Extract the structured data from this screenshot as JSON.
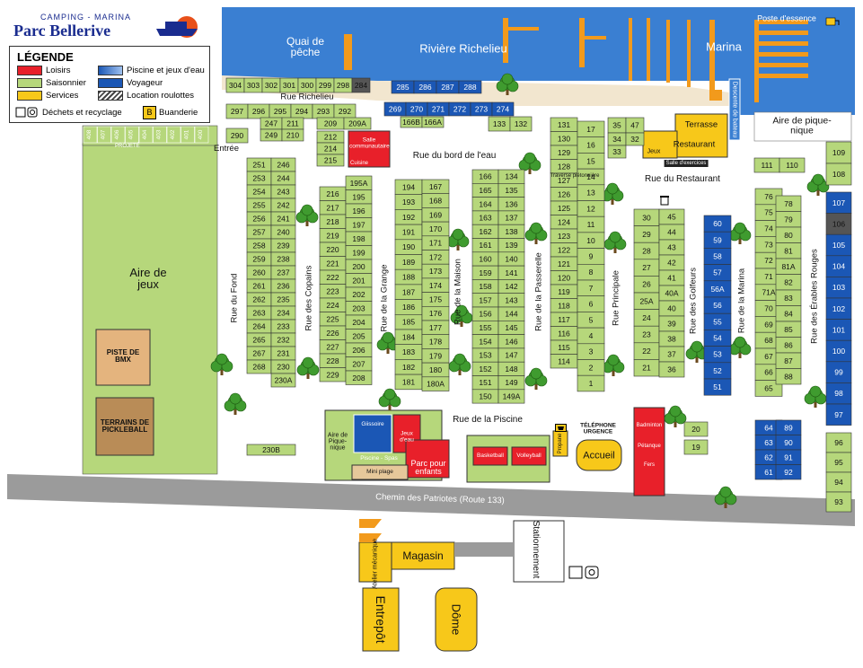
{
  "brand": {
    "line1": "CAMPING - MARINA",
    "name": "Parc Bellerive"
  },
  "legend": {
    "title": "LÉGENDE",
    "items": [
      {
        "label": "Loisirs",
        "color": "#e8202a"
      },
      {
        "label": "Saisonnier",
        "color": "#b6d77b"
      },
      {
        "label": "Services",
        "color": "#f7c81a"
      },
      {
        "label": "Piscine et jeux d'eau",
        "color": "#1b57b5"
      },
      {
        "label": "Voyageur",
        "color": "#1b57b5"
      },
      {
        "label": "Location roulottes",
        "color": "#444444"
      }
    ],
    "dechets": "Déchets et recyclage",
    "buanderie_letter": "B",
    "buanderie": "Buanderie"
  },
  "water": {
    "quai": "Quai de pêche",
    "river": "Rivière Richelieu",
    "marina": "Marina",
    "essence": "Poste d'essence",
    "descente": "Descente de bateau"
  },
  "places": {
    "aire_jeux": "Aire de jeux",
    "piste_bmx": "PISTE DE BMX",
    "pickleball": "TERRAINS DE PICKLEBALL",
    "entree": "Entrée",
    "projete": "PROJETÉ",
    "salle": "Salle communautaire",
    "cuisine": "Cuisine",
    "aire_piquenique": "Aire de pique-nique",
    "aire_piquenique2": "Aire de Pique-nique",
    "giissoire": "Giissoire",
    "jeux_eau": "Jeux d'eau",
    "piscine_spas": "Piscine - Spas",
    "mini_plage": "Mini plage",
    "parc_enfants": "Parc pour enfants",
    "basketball": "Basketball",
    "volleyball": "Volleyball",
    "propane": "Propane",
    "telephone": "TÉLÉPHONE URGENCE",
    "accueil": "Accueil",
    "badminton": "Badminton",
    "petanque": "Pétanque",
    "fers": "Fers",
    "terrasse": "Terrasse",
    "restaurant": "Restaurant",
    "jeux": "Jeux",
    "salle_exercices": "Salle d'exercices",
    "traverse": "Traverse piétonnière",
    "chemin": "Chemin des Patriotes (Route 133)",
    "stationnement": "Stationnement",
    "magasin": "Magasin",
    "atelier": "Atelier mécanique",
    "entrepot": "Entrepôt",
    "dome": "Dôme"
  },
  "streets": {
    "richelieu": "Rue Richelieu",
    "bord_eau": "Rue du bord de l'eau",
    "restaurant": "Rue du Restaurant",
    "piscine": "Rue de la Piscine",
    "fond": "Rue du Fond",
    "copains": "Rue des Copains",
    "grange": "Rue de la Grange",
    "maison": "Rue de la Maison",
    "passerelle": "Rue de la Passerelle",
    "principale": "Rue Principale",
    "golfeurs": "Rue des Golfeurs",
    "marina": "Rue de la Marina",
    "erables": "Rue des Érables Rouges"
  },
  "lots": {
    "richelieu_top": [
      "304",
      "303",
      "302",
      "301",
      "300",
      "299",
      "298",
      "284"
    ],
    "blue_top": [
      "285",
      "286",
      "287",
      "288"
    ],
    "richelieu_bot": [
      "297",
      "296",
      "295",
      "294",
      "293",
      "292"
    ],
    "blue_bot": [
      "269",
      "270",
      "271",
      "272",
      "273",
      "274"
    ],
    "mid_block_a": [
      "247",
      "211",
      "209",
      "209A",
      "249",
      "210"
    ],
    "col_212": [
      "212",
      "214",
      "215"
    ],
    "lot_290": [
      "290"
    ],
    "fond_left": [
      "251",
      "253",
      "254",
      "255",
      "256",
      "257",
      "258",
      "259",
      "260",
      "261",
      "262",
      "263",
      "264",
      "265",
      "267",
      "268"
    ],
    "fond_right": [
      "246",
      "244",
      "243",
      "242",
      "241",
      "240",
      "239",
      "238",
      "237",
      "236",
      "235",
      "234",
      "233",
      "232",
      "231",
      "230",
      "230A"
    ],
    "lot_230b": [
      "230B"
    ],
    "copains_left": [
      "216",
      "217",
      "218",
      "219",
      "220",
      "221",
      "222",
      "223",
      "224",
      "225",
      "226",
      "227",
      "228",
      "229"
    ],
    "copains_right": [
      "195A",
      "195",
      "196",
      "197",
      "198",
      "199",
      "200",
      "201",
      "202",
      "203",
      "204",
      "205",
      "206",
      "207",
      "208"
    ],
    "grange_left": [
      "194",
      "193",
      "192",
      "191",
      "190",
      "189",
      "188",
      "187",
      "186",
      "185",
      "184",
      "183",
      "182",
      "181"
    ],
    "grange_right": [
      "167",
      "168",
      "169",
      "170",
      "171",
      "172",
      "173",
      "174",
      "175",
      "176",
      "177",
      "178",
      "179",
      "180",
      "180A"
    ],
    "maison_left": [
      "166",
      "165",
      "164",
      "163",
      "162",
      "161",
      "160",
      "159",
      "158",
      "157",
      "156",
      "155",
      "154",
      "153",
      "152",
      "151",
      "150"
    ],
    "maison_right": [
      "134",
      "135",
      "136",
      "137",
      "138",
      "139",
      "140",
      "141",
      "142",
      "143",
      "144",
      "145",
      "146",
      "147",
      "148",
      "149",
      "149A"
    ],
    "top_pair": [
      "166B",
      "166A",
      "133",
      "132"
    ],
    "pass_left": [
      "131",
      "130",
      "129",
      "128",
      "127",
      "126",
      "125",
      "124",
      "123",
      "122",
      "121",
      "120",
      "119",
      "118",
      "117",
      "116",
      "115",
      "114"
    ],
    "pass_right": [
      "17",
      "16",
      "15",
      "14",
      "13",
      "12",
      "11",
      "10",
      "9",
      "8",
      "7",
      "6",
      "5",
      "4",
      "3",
      "2",
      "1"
    ],
    "princ_left": [
      "30",
      "29",
      "28",
      "27",
      "26",
      "25A",
      "24",
      "23",
      "22",
      "21"
    ],
    "princ_right": [
      "45",
      "44",
      "43",
      "42",
      "41",
      "40A",
      "40",
      "39",
      "38",
      "37",
      "36"
    ],
    "top_35": [
      "35",
      "47",
      "34",
      "33",
      "32"
    ],
    "golf_blue": [
      "60",
      "59",
      "58",
      "57",
      "56A",
      "56",
      "55",
      "54",
      "53",
      "52",
      "51"
    ],
    "marina_left": [
      "76",
      "75",
      "74",
      "73",
      "72",
      "71",
      "71A",
      "70",
      "69",
      "68",
      "67",
      "66",
      "65"
    ],
    "marina_right": [
      "78",
      "79",
      "80",
      "81",
      "81A",
      "82",
      "83",
      "84",
      "85",
      "86",
      "87",
      "88"
    ],
    "blue_bottom_left": [
      "64",
      "63",
      "62",
      "61"
    ],
    "blue_bottom_right": [
      "89",
      "90",
      "91",
      "92"
    ],
    "erables_top": [
      "111",
      "110"
    ],
    "erables_right": [
      "109",
      "108"
    ],
    "erables_blue": [
      "107",
      "106",
      "105",
      "104",
      "103",
      "102",
      "101",
      "100",
      "99",
      "98",
      "97"
    ],
    "erables_bottom": [
      "96",
      "95",
      "94",
      "93"
    ],
    "bottom_pair": [
      "20",
      "19"
    ],
    "projected": [
      "408",
      "407",
      "406",
      "405",
      "404",
      "403",
      "402",
      "401",
      "400"
    ]
  },
  "icons": [
    "recycle-bin-icon",
    "laundry-icon",
    "tree-icon",
    "phone-icon",
    "fuel-pump-icon",
    "boat-logo-icon"
  ]
}
